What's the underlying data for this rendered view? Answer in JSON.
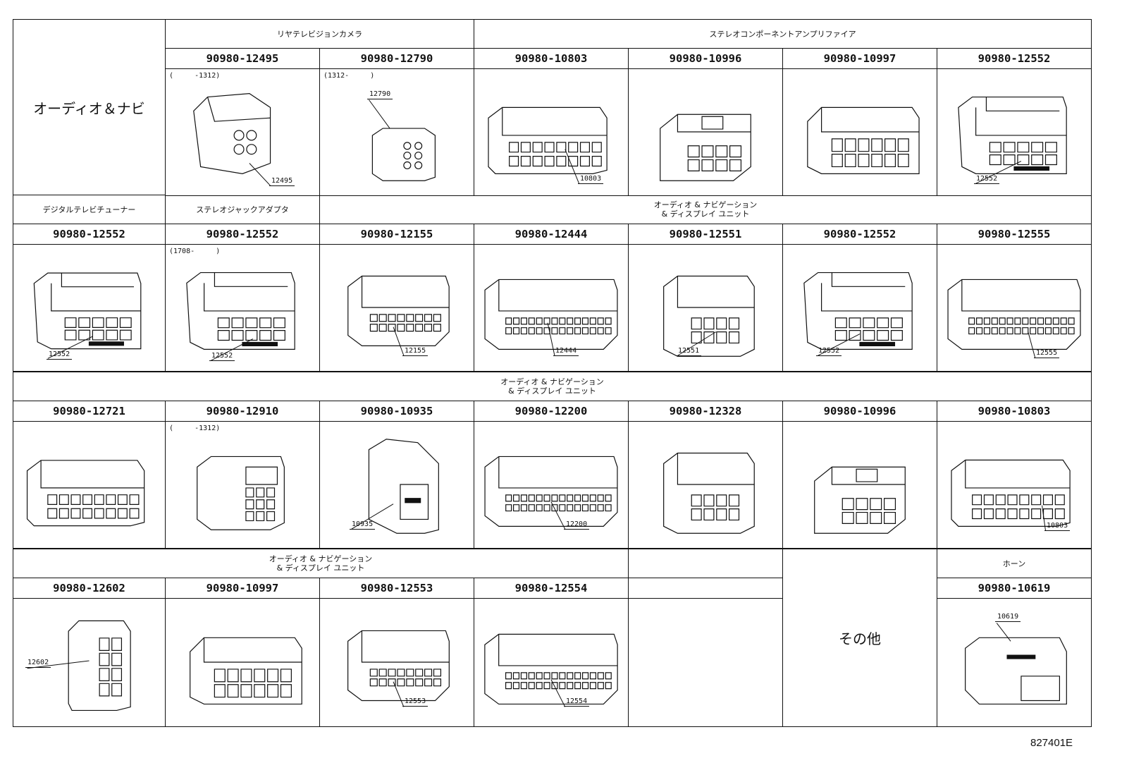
{
  "main_title": "オーディオ＆ナビ",
  "others_title": "その他",
  "footer_code": "827401E",
  "row1": {
    "rear_camera_label": "リヤテレビジョンカメラ",
    "amp_label": "ステレオコンポーネントアンプリファイア",
    "parts": [
      {
        "pn": "90980-12495",
        "note": "(     -1312)",
        "callout": "12495"
      },
      {
        "pn": "90980-12790",
        "note": "(1312-     )",
        "callout": "12790"
      },
      {
        "pn": "90980-10803",
        "note": "",
        "callout": "10803"
      },
      {
        "pn": "90980-10996",
        "note": "",
        "callout": ""
      },
      {
        "pn": "90980-10997",
        "note": "",
        "callout": ""
      },
      {
        "pn": "90980-12552",
        "note": "",
        "callout": "12552"
      }
    ]
  },
  "row2": {
    "digital_tv_label": "デジタルテレビチューナー",
    "jack_adapter_label": "ステレオジャックアダプタ",
    "av_label": "オーディオ & ナビゲーション\n& ディスプレイ ユニット",
    "parts": [
      {
        "pn": "90980-12552",
        "note": "",
        "callout": "12552"
      },
      {
        "pn": "90980-12552",
        "note": "(1708-     )",
        "callout": "12552"
      },
      {
        "pn": "90980-12155",
        "note": "",
        "callout": "12155"
      },
      {
        "pn": "90980-12444",
        "note": "",
        "callout": "12444"
      },
      {
        "pn": "90980-12551",
        "note": "",
        "callout": "12551"
      },
      {
        "pn": "90980-12552",
        "note": "",
        "callout": "12552"
      },
      {
        "pn": "90980-12555",
        "note": "",
        "callout": "12555"
      }
    ]
  },
  "row3": {
    "av_label": "オーディオ & ナビゲーション\n& ディスプレイ ユニット",
    "parts": [
      {
        "pn": "90980-12721",
        "note": "",
        "callout": ""
      },
      {
        "pn": "90980-12910",
        "note": "(     -1312)",
        "callout": ""
      },
      {
        "pn": "90980-10935",
        "note": "",
        "callout": "10935"
      },
      {
        "pn": "90980-12200",
        "note": "",
        "callout": "12200"
      },
      {
        "pn": "90980-12328",
        "note": "",
        "callout": ""
      },
      {
        "pn": "90980-10996",
        "note": "",
        "callout": ""
      },
      {
        "pn": "90980-10803",
        "note": "",
        "callout": "10803"
      }
    ]
  },
  "row4": {
    "av_label": "オーディオ & ナビゲーション\n& ディスプレイ ユニット",
    "horn_label": "ホーン",
    "parts": [
      {
        "pn": "90980-12602",
        "note": "",
        "callout": "12602"
      },
      {
        "pn": "90980-10997",
        "note": "",
        "callout": ""
      },
      {
        "pn": "90980-12553",
        "note": "",
        "callout": "12553"
      },
      {
        "pn": "90980-12554",
        "note": "",
        "callout": "12554"
      },
      {
        "pn": "90980-10619",
        "note": "",
        "callout": "10619"
      }
    ]
  }
}
